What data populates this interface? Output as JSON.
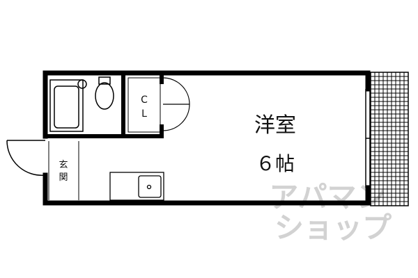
{
  "floorplan": {
    "room": {
      "name": "洋室",
      "size": "６帖"
    },
    "closet": {
      "line1": "C",
      "line2": "L"
    },
    "entrance": {
      "line1": "玄",
      "line2": "関"
    }
  },
  "watermark": {
    "line1": "アパマン",
    "line2": "ショップ"
  }
}
